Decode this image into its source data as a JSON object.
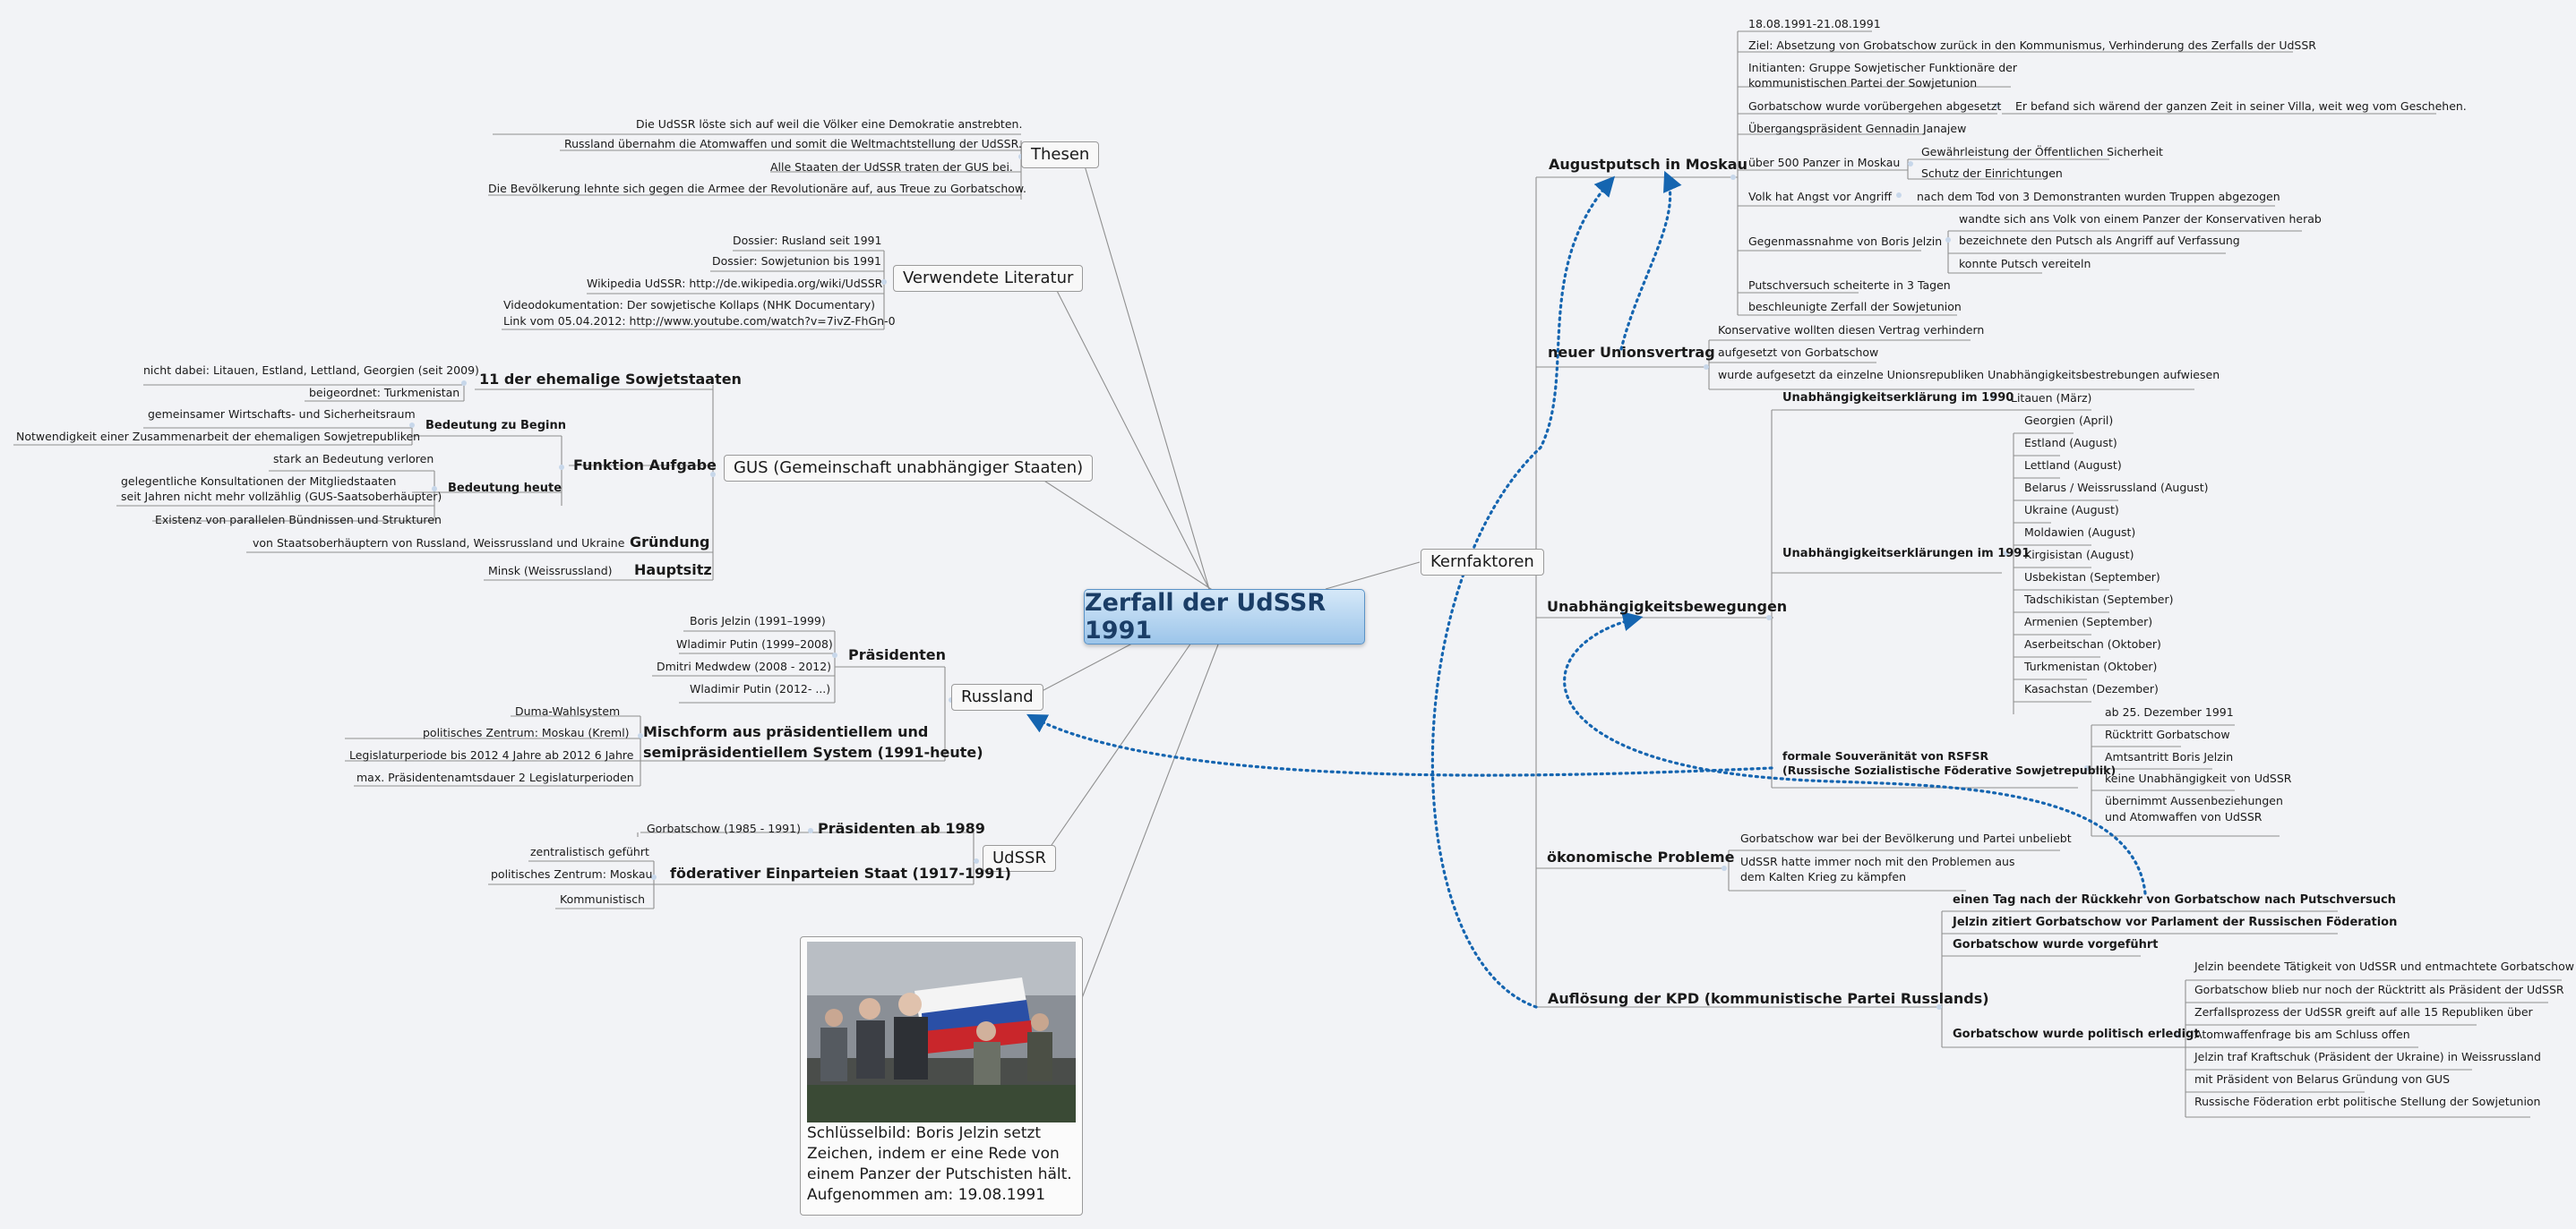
{
  "central": "Zerfall der UdSSR 1991",
  "thesen": {
    "label": "Thesen",
    "items": [
      "Die UdSSR löste sich auf weil die Völker eine Demokratie anstrebten.",
      "Russland übernahm die Atomwaffen und somit die Weltmachtstellung der UdSSR.",
      "Alle Staaten der UdSSR traten der GUS bei.",
      "Die Bevölkerung lehnte sich gegen die Armee der Revolutionäre auf, aus Treue zu Gorbatschow."
    ]
  },
  "literatur": {
    "label": "Verwendete Literatur",
    "items": [
      "Dossier: Rusland seit 1991",
      "Dossier: Sowjetunion bis 1991",
      "Wikipedia UdSSR: http://de.wikipedia.org/wiki/UdSSR",
      "Videodokumentation: Der sowjetische Kollaps (NHK Documentary)",
      "Link vom 05.04.2012: http://www.youtube.com/watch?v=7ivZ-FhGn-0"
    ]
  },
  "gus": {
    "label": "GUS (Gemeinschaft unabhängiger Staaten)",
    "staaten": {
      "label": "11 der ehemalige Sowjetstaaten",
      "items": [
        "nicht dabei: Litauen, Estland, Lettland, Georgien (seit 2009)",
        "beigeordnet: Turkmenistan"
      ]
    },
    "funktion": {
      "label": "Funktion Aufgabe",
      "beginn": {
        "label": "Bedeutung zu Beginn",
        "items": [
          "gemeinsamer Wirtschafts- und Sicherheitsraum",
          "Notwendigkeit einer Zusammenarbeit der ehemaligen Sowjetrepubliken"
        ]
      },
      "heute": {
        "label": "Bedeutung heute",
        "items": [
          "stark an Bedeutung verloren",
          "gelegentliche Konsultationen der Mitgliedstaaten",
          "seit Jahren nicht mehr vollzählig (GUS-Saatsoberhäupter)",
          "Existenz von parallelen Bündnissen und Strukturen"
        ]
      }
    },
    "gruendung": {
      "label": "Gründung",
      "item": "von Staatsoberhäuptern von Russland, Weissrussland und Ukraine"
    },
    "hauptsitz": {
      "label": "Hauptsitz",
      "item": "Minsk (Weissrussland)"
    }
  },
  "russland": {
    "label": "Russland",
    "praesidenten": {
      "label": "Präsidenten",
      "items": [
        "Boris Jelzin (1991–1999)",
        "Wladimir Putin (1999–2008)",
        "Dmitri Medwdew (2008 - 2012)",
        "Wladimir Putin (2012- ...)"
      ]
    },
    "mischform": {
      "label1": "Mischform aus präsidentiellem und",
      "label2": "semipräsidentiellem System (1991-heute)",
      "items": [
        "Duma-Wahlsystem",
        "politisches Zentrum: Moskau (Kreml)",
        "Legislaturperiode bis 2012 4 Jahre ab 2012 6 Jahre",
        "max. Präsidentenamtsdauer 2 Legislaturperioden"
      ]
    }
  },
  "udssr": {
    "label": "UdSSR",
    "praesidenten": {
      "label": "Präsidenten ab 1989",
      "item": "Gorbatschow (1985 - 1991)"
    },
    "staat": {
      "label": "föderativer Einparteien Staat (1917-1991)",
      "items": [
        "zentralistisch geführt",
        "politisches Zentrum: Moskau",
        "Kommunistisch"
      ]
    }
  },
  "photo": {
    "caption": "Schlüsselbild: Boris Jelzin setzt Zeichen, indem er eine Rede von einem Panzer der Putschisten hält.",
    "date": "Aufgenommen am: 19.08.1991"
  },
  "kernfaktoren": {
    "label": "Kernfaktoren",
    "augustputsch": {
      "label": "Augustputsch in Moskau",
      "items": [
        "18.08.1991-21.08.1991",
        "Ziel: Absetzung von Grobatschow zurück in den Kommunismus, Verhinderung des Zerfalls der UdSSR",
        "Initianten: Gruppe Sowjetischer Funktionäre der",
        "kommunistischen Partei der Sowjetunion",
        "Gorbatschow wurde vorübergehen abgesetzt",
        "Übergangspräsident Gennadin Janajew",
        "über 500 Panzer in Moskau",
        "Volk hat Angst vor Angriff",
        "Gegenmassnahme von Boris Jelzin",
        "Putschversuch scheiterte in 3 Tagen",
        "beschleunigte Zerfall der Sowjetunion"
      ],
      "villa": "Er befand sich wärend der ganzen Zeit in seiner Villa, weit weg vom Geschehen.",
      "panzer": [
        "Gewährleistung der Öffentlichen Sicherheit",
        "Schutz der Einrichtungen"
      ],
      "angst": "nach dem Tod von 3 Demonstranten wurden Truppen abgezogen",
      "gegen": [
        "wandte sich ans Volk von einem Panzer der Konservativen herab",
        "bezeichnete den Putsch als Angriff auf Verfassung",
        "konnte Putsch vereiteln"
      ]
    },
    "unionsvertrag": {
      "label": "neuer Unionsvertrag",
      "items": [
        "Konservative wollten diesen Vertrag verhindern",
        "aufgesetzt von Gorbatschow",
        "wurde aufgesetzt da einzelne Unionsrepubliken Unabhängigkeitsbestrebungen aufwiesen"
      ]
    },
    "unabh": {
      "label": "Unabhängigkeitsbewegungen",
      "e1990": {
        "label": "Unabhängigkeitserklärung im 1990",
        "item": "Litauen (März)"
      },
      "e1991": {
        "label": "Unabhängigkeitserklärungen im 1991",
        "items": [
          "Georgien (April)",
          "Estland (August)",
          "Lettland (August)",
          "Belarus / Weissrussland (August)",
          "Ukraine (August)",
          "Moldawien (August)",
          "Kirgisistan (August)",
          "Usbekistan (September)",
          "Tadschikistan (September)",
          "Armenien (September)",
          "Aserbeitschan (Oktober)",
          "Turkmenistan (Oktober)",
          "Kasachstan (Dezember)"
        ]
      },
      "rsfsr": {
        "label1": "formale Souveränität von RSFSR",
        "label2": "(Russische Sozialistische Föderative Sowjetrepublik)",
        "items": [
          "ab 25. Dezember 1991",
          "Rücktritt Gorbatschow",
          "Amtsantritt Boris Jelzin",
          "keine Unabhängigkeit von UdSSR",
          "übernimmt Aussenbeziehungen",
          "und Atomwaffen von UdSSR"
        ]
      }
    },
    "oekonomie": {
      "label": "ökonomische Probleme",
      "items": [
        "Gorbatschow war bei der Bevölkerung und Partei unbeliebt",
        "UdSSR hatte immer noch mit den Problemen aus",
        "dem Kalten Krieg zu kämpfen"
      ]
    },
    "kpd": {
      "label": "Auflösung der KPD (kommunistische Partei Russlands)",
      "items": [
        "einen Tag nach der Rückkehr von Gorbatschow nach Putschversuch",
        "Jelzin zitiert Gorbatschow vor Parlament der Russischen Föderation",
        "Gorbatschow wurde vorgeführt",
        "Gorbatschow wurde politisch erledigt"
      ],
      "erledigt": [
        "Jelzin beendete Tätigkeit von UdSSR und entmachtete Gorbatschow",
        "Gorbatschow blieb nur noch der Rücktritt als Präsident der UdSSR",
        "Zerfallsprozess der UdSSR greift auf alle 15 Republiken über",
        "Atomwaffenfrage bis am Schluss offen",
        "Jelzin traf Kraftschuk (Präsident der Ukraine) in Weissrussland",
        "mit Präsident von Belarus Gründung von GUS",
        "Russische Föderation erbt politische Stellung der Sowjetunion"
      ]
    }
  },
  "colors": {
    "line": "#8a8a8a",
    "arrow": "#1565b0",
    "central_fill": "#a9cdef",
    "background": "#f2f3f6"
  }
}
